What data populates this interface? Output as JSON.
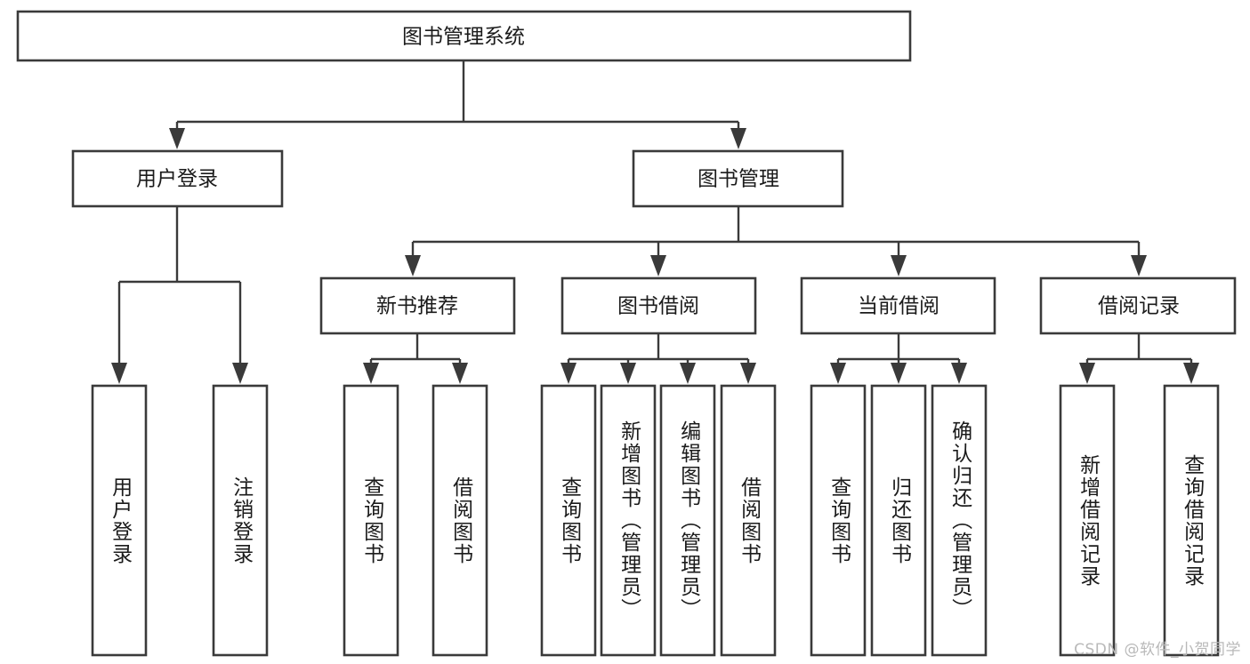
{
  "diagram": {
    "type": "tree",
    "title": "图书管理系统",
    "watermark": "CSDN @软件_小贺同学",
    "colors": {
      "box_stroke": "#3a3a3a",
      "box_fill": "#ffffff",
      "text": "#1b1b1b",
      "connector": "#3a3a3a",
      "watermark": "#b9b9b9",
      "background": "#ffffff"
    },
    "nodes": {
      "root": {
        "label": "图书管理系统"
      },
      "level2": [
        {
          "id": "user-login",
          "label": "用户登录"
        },
        {
          "id": "book-manage",
          "label": "图书管理"
        }
      ],
      "level3": [
        {
          "id": "new-book-recommend",
          "label": "新书推荐"
        },
        {
          "id": "book-borrow",
          "label": "图书借阅"
        },
        {
          "id": "current-borrow",
          "label": "当前借阅"
        },
        {
          "id": "borrow-record",
          "label": "借阅记录"
        }
      ],
      "leaves": [
        {
          "id": "leaf-user-login",
          "label": "用户登录",
          "parent": "user-login"
        },
        {
          "id": "leaf-logout-login",
          "label": "注销登录",
          "parent": "user-login"
        },
        {
          "id": "leaf-query-book-1",
          "label": "查询图书",
          "parent": "new-book-recommend"
        },
        {
          "id": "leaf-borrow-book-1",
          "label": "借阅图书",
          "parent": "new-book-recommend"
        },
        {
          "id": "leaf-query-book-2",
          "label": "查询图书",
          "parent": "book-borrow"
        },
        {
          "id": "leaf-add-book",
          "label": "新增图书（管理员）",
          "parent": "book-borrow"
        },
        {
          "id": "leaf-edit-book",
          "label": "编辑图书（管理员）",
          "parent": "book-borrow"
        },
        {
          "id": "leaf-borrow-book-2",
          "label": "借阅图书",
          "parent": "book-borrow"
        },
        {
          "id": "leaf-query-book-3",
          "label": "查询图书",
          "parent": "current-borrow"
        },
        {
          "id": "leaf-return-book",
          "label": "归还图书",
          "parent": "current-borrow"
        },
        {
          "id": "leaf-confirm-return",
          "label": "确认归还（管理员）",
          "parent": "current-borrow"
        },
        {
          "id": "leaf-add-record",
          "label": "新增借阅记录",
          "parent": "borrow-record"
        },
        {
          "id": "leaf-query-record",
          "label": "查询借阅记录",
          "parent": "borrow-record"
        }
      ]
    }
  }
}
